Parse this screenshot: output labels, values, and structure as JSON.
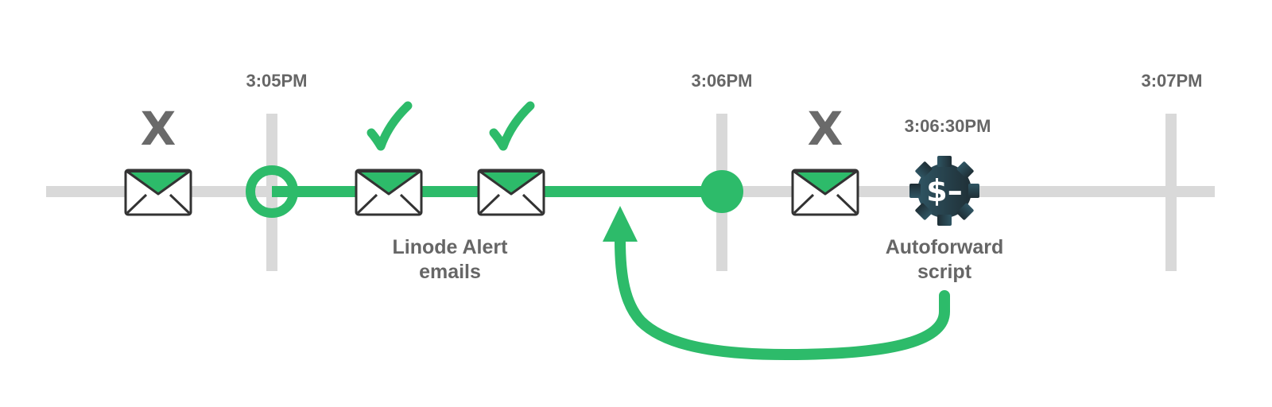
{
  "timeline": {
    "ticks": [
      {
        "id": "tick-305",
        "label": "3:05PM"
      },
      {
        "id": "tick-306",
        "label": "3:06PM"
      },
      {
        "id": "tick-307",
        "label": "3:07PM"
      }
    ],
    "script_time": "3:06:30PM"
  },
  "emails": [
    {
      "id": "email-1",
      "status": "rejected",
      "mark": "X"
    },
    {
      "id": "email-2",
      "status": "accepted",
      "mark": "check-icon"
    },
    {
      "id": "email-3",
      "status": "accepted",
      "mark": "check-icon"
    },
    {
      "id": "email-4",
      "status": "rejected",
      "mark": "X"
    }
  ],
  "captions": {
    "alerts": {
      "line1": "Linode Alert",
      "line2": "emails"
    },
    "script": {
      "line1": "Autoforward",
      "line2": "script"
    }
  },
  "script_icon": {
    "name": "gear-dollar-icon",
    "glyph": "$–"
  },
  "colors": {
    "green": "#2dbb6a",
    "track": "#d9d9d9",
    "text": "#666666",
    "gear": "#27424d",
    "envelope_outline": "#333333"
  }
}
